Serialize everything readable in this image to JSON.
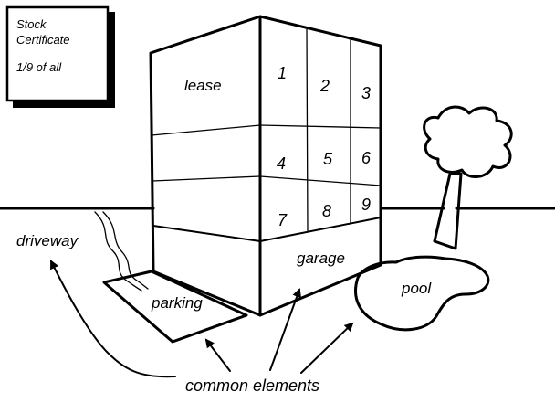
{
  "certificate": {
    "line1": "Stock",
    "line2": "Certificate",
    "share": "1/9 of all"
  },
  "building": {
    "lease_label": "lease",
    "units": [
      "1",
      "2",
      "3",
      "4",
      "5",
      "6",
      "7",
      "8",
      "9"
    ],
    "garage_label": "garage"
  },
  "grounds": {
    "driveway_label": "driveway",
    "parking_label": "parking",
    "pool_label": "pool"
  },
  "caption": {
    "common_elements": "common elements"
  },
  "colors": {
    "ink": "#000000",
    "background": "#ffffff"
  }
}
